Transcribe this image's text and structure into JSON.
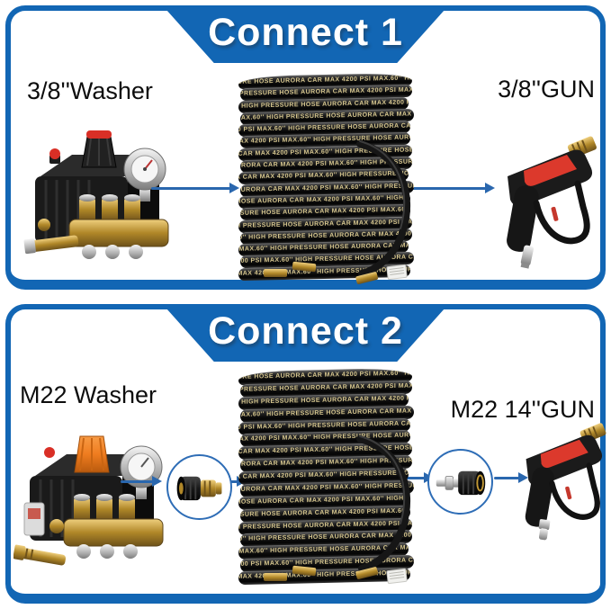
{
  "colors": {
    "panel_border_blue": "#1266b4",
    "banner_blue": "#1266b4",
    "arrow_blue": "#2a67ae",
    "hose_print_color": "#d6c68e",
    "gun_red_accent": "#dc392c",
    "pump2_orange_accent": "#ef7c1f",
    "brass": "#b08728"
  },
  "panels": [
    {
      "title": "Connect 1",
      "left_label": "3/8''Washer",
      "right_label": "3/8''GUN",
      "left_item": "pressure-washer-pump",
      "center_item": "high-pressure-hose-coil",
      "right_item": "spray-gun",
      "adapters": []
    },
    {
      "title": "Connect 2",
      "left_label": "M22 Washer",
      "right_label": "M22 14''GUN",
      "left_item": "pressure-washer-pump",
      "center_item": "high-pressure-hose-coil",
      "right_item": "spray-gun",
      "adapters": [
        "3/8-quick-connect-to-m22-adapter",
        "m22-14mm-swivel-adapter"
      ]
    }
  ],
  "hose": {
    "print_text": "AURORA CAR MAX 4200 PSI MAX.60'' HIGH PRESSURE HOSE",
    "coil_count": 17
  }
}
